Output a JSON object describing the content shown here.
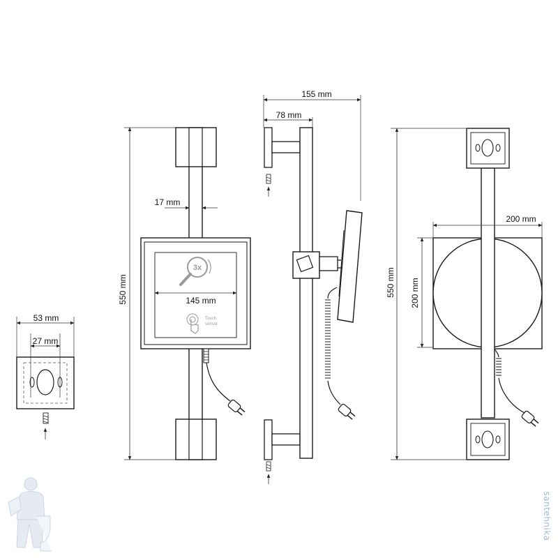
{
  "dimensions": {
    "bracket_width": "53 mm",
    "hole_spacing": "27 mm",
    "total_height_front": "550 mm",
    "rail_width": "17 mm",
    "mirror_width": "145 mm",
    "depth_total": "155 mm",
    "depth_rail": "78 mm",
    "total_height_back": "550 mm",
    "back_plate_width": "200 mm",
    "back_plate_height": "200 mm"
  },
  "mirror": {
    "magnification": "3x",
    "sensor_label_line1": "Touch",
    "sensor_label_line2": "sensor"
  },
  "watermark": "santehnika",
  "colors": {
    "line": "#1a1a1a",
    "dim_line": "#333333",
    "hint_gray": "#9a9a9a",
    "watermark": "#a7b7cf"
  }
}
